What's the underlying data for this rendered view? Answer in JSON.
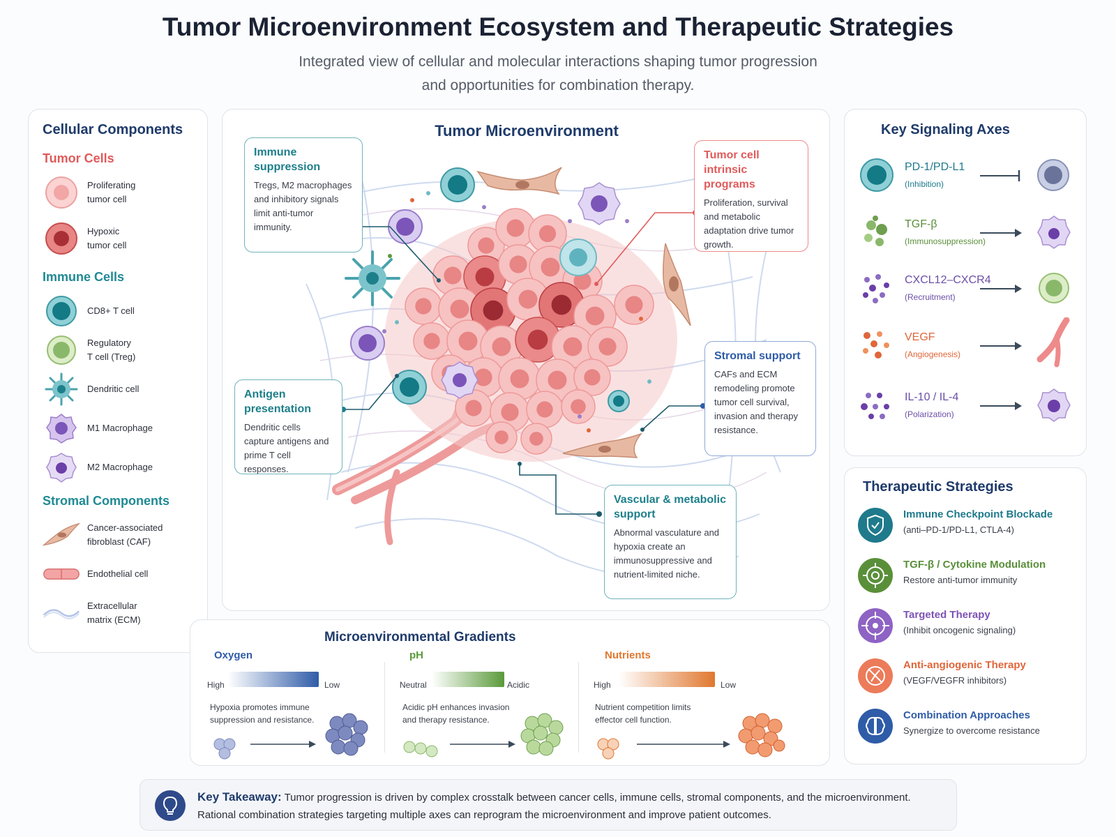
{
  "header": {
    "title": "Tumor Microenvironment Ecosystem and Therapeutic Strategies",
    "subtitle_line1": "Integrated view of cellular and molecular interactions shaping tumor progression",
    "subtitle_line2": "and opportunities for combination therapy."
  },
  "cellular_components": {
    "title": "Cellular Components",
    "tumor_cells": {
      "heading": "Tumor Cells",
      "items": [
        {
          "label_l1": "Proliferating",
          "label_l2": "tumor cell"
        },
        {
          "label_l1": "Hypoxic",
          "label_l2": "tumor cell"
        }
      ]
    },
    "immune_cells": {
      "heading": "Immune Cells",
      "items": [
        {
          "label_l1": "CD8+ T cell",
          "label_l2": ""
        },
        {
          "label_l1": "Regulatory",
          "label_l2": "T cell (Treg)"
        },
        {
          "label_l1": "Dendritic cell",
          "label_l2": ""
        },
        {
          "label_l1": "M1 Macrophage",
          "label_l2": ""
        },
        {
          "label_l1": "M2 Macrophage",
          "label_l2": ""
        }
      ]
    },
    "stromal_components": {
      "heading": "Stromal Components",
      "items": [
        {
          "label_l1": "Cancer-associated",
          "label_l2": "fibroblast (CAF)"
        },
        {
          "label_l1": "Endothelial cell",
          "label_l2": ""
        },
        {
          "label_l1": "Extracellular",
          "label_l2": "matrix (ECM)"
        }
      ]
    }
  },
  "center": {
    "title": "Tumor Microenvironment",
    "callouts": {
      "immune_suppression": {
        "title": "Immune suppression",
        "body": "Tregs, M2 macrophages and inhibitory signals limit anti-tumor immunity."
      },
      "tumor_intrinsic": {
        "title": "Tumor cell intrinsic programs",
        "body": "Proliferation, survival and metabolic adaptation drive tumor growth."
      },
      "antigen_presentation": {
        "title": "Antigen presentation",
        "body": "Dendritic cells capture antigens and prime T cell responses."
      },
      "stromal_support": {
        "title": "Stromal support",
        "body": "CAFs and ECM remodeling promote tumor cell survival, invasion and therapy resistance."
      },
      "vascular_support": {
        "title": "Vascular & metabolic support",
        "body": "Abnormal vasculature and hypoxia create an immunosuppressive and nutrient-limited niche."
      }
    }
  },
  "signaling": {
    "title": "Key Signaling Axes",
    "axes": [
      {
        "name": "PD-1/PD-L1",
        "effect": "(Inhibition)",
        "color": "#1f7a8c"
      },
      {
        "name": "TGF-β",
        "effect": "(Immunosuppression)",
        "color": "#5a8f3a"
      },
      {
        "name": "CXCL12–CXCR4",
        "effect": "(Recruitment)",
        "color": "#6b4fa8"
      },
      {
        "name": "VEGF",
        "effect": "(Angiogenesis)",
        "color": "#e0663a"
      },
      {
        "name": "IL-10 / IL-4",
        "effect": "(Polarization)",
        "color": "#6b4fa8"
      }
    ]
  },
  "therapy": {
    "title": "Therapeutic Strategies",
    "items": [
      {
        "name": "Immune Checkpoint Blockade",
        "desc": "(anti–PD-1/PD-L1, CTLA-4)",
        "color": "#1f7a8c",
        "icon": "shield-icon"
      },
      {
        "name": "TGF-β / Cytokine Modulation",
        "desc": "Restore anti-tumor immunity",
        "color": "#5a8f3a",
        "icon": "target-icon"
      },
      {
        "name": "Targeted Therapy",
        "desc": "(Inhibit oncogenic signaling)",
        "color": "#7d52b5",
        "icon": "crosshair-icon"
      },
      {
        "name": "Anti-angiogenic Therapy",
        "desc": "(VEGF/VEGFR inhibitors)",
        "color": "#e0663a",
        "icon": "vessel-icon"
      },
      {
        "name": "Combination Approaches",
        "desc": "Synergize to overcome resistance",
        "color": "#2f5ca8",
        "icon": "brain-icon"
      }
    ]
  },
  "gradients": {
    "title": "Microenvironmental Gradients",
    "oxygen": {
      "name": "Oxygen",
      "left": "High",
      "right": "Low",
      "desc_l1": "Hypoxia promotes immune",
      "desc_l2": "suppression and resistance.",
      "color": "#2f5ca8"
    },
    "ph": {
      "name": "pH",
      "left": "Neutral",
      "right": "Acidic",
      "desc_l1": "Acidic pH enhances invasion",
      "desc_l2": "and therapy resistance.",
      "color": "#5a9a3a"
    },
    "nutrients": {
      "name": "Nutrients",
      "left": "High",
      "right": "Low",
      "desc_l1": "Nutrient competition limits",
      "desc_l2": "effector cell function.",
      "color": "#e0782f"
    }
  },
  "takeaway": {
    "label": "Key Takeaway:",
    "line1": "Tumor progression is driven by complex crosstalk between cancer cells, immune cells, stromal components, and the microenvironment.",
    "line2": "Rational combination strategies targeting multiple axes can reprogram the microenvironment and improve patient outcomes."
  }
}
